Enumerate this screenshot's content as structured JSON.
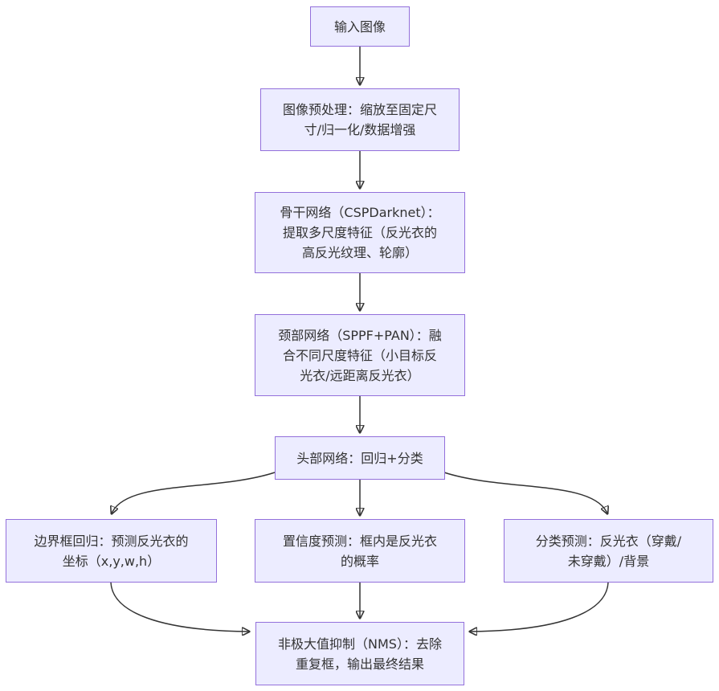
{
  "diagram": {
    "type": "flowchart",
    "direction": "top-down",
    "colors": {
      "node_fill": "#ECECFF",
      "node_border": "#9370DB",
      "text": "#333333",
      "edge": "#333333",
      "background": "#ffffff"
    },
    "nodes": [
      {
        "id": "input",
        "label": "输入图像"
      },
      {
        "id": "preprocess",
        "label": "图像预处理：缩放至固定尺\n寸/归一化/数据增强"
      },
      {
        "id": "backbone",
        "label": "骨干网络（CSPDarknet）：\n提取多尺度特征（反光衣的\n高反光纹理、轮廓）"
      },
      {
        "id": "neck",
        "label": "颈部网络（SPPF+PAN）：融\n合不同尺度特征（小目标反\n光衣/远距离反光衣）"
      },
      {
        "id": "head",
        "label": "头部网络：回归+分类"
      },
      {
        "id": "bbox_regression",
        "label": "边界框回归：预测反光衣的\n坐标（x,y,w,h）"
      },
      {
        "id": "confidence",
        "label": "置信度预测：框内是反光衣\n的概率"
      },
      {
        "id": "classification",
        "label": "分类预测：反光衣（穿戴/\n未穿戴）/背景"
      },
      {
        "id": "nms",
        "label": "非极大值抑制（NMS）：去除\n重复框，输出最终结果"
      }
    ],
    "edges": [
      {
        "from": "input",
        "to": "preprocess"
      },
      {
        "from": "preprocess",
        "to": "backbone"
      },
      {
        "from": "backbone",
        "to": "neck"
      },
      {
        "from": "neck",
        "to": "head"
      },
      {
        "from": "head",
        "to": "bbox_regression"
      },
      {
        "from": "head",
        "to": "confidence"
      },
      {
        "from": "head",
        "to": "classification"
      },
      {
        "from": "bbox_regression",
        "to": "nms"
      },
      {
        "from": "confidence",
        "to": "nms"
      },
      {
        "from": "classification",
        "to": "nms"
      }
    ]
  }
}
